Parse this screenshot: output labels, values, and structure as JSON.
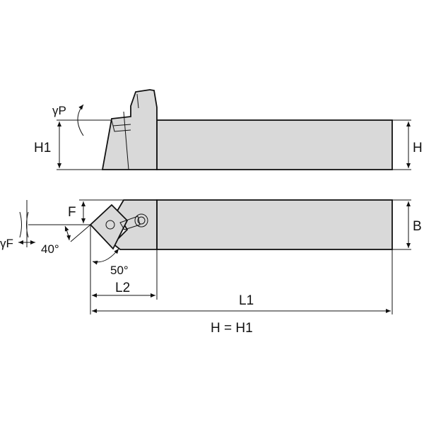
{
  "labels": {
    "gamma_p": "γP",
    "h1_left": "H1",
    "h_right": "H",
    "f": "F",
    "b": "B",
    "gamma_f": "γF",
    "angle_40": "40°",
    "angle_50": "50°",
    "l2": "L2",
    "l1": "L1",
    "note": "H = H1"
  },
  "colors": {
    "body": "#d9d9d9",
    "line": "#111111"
  }
}
